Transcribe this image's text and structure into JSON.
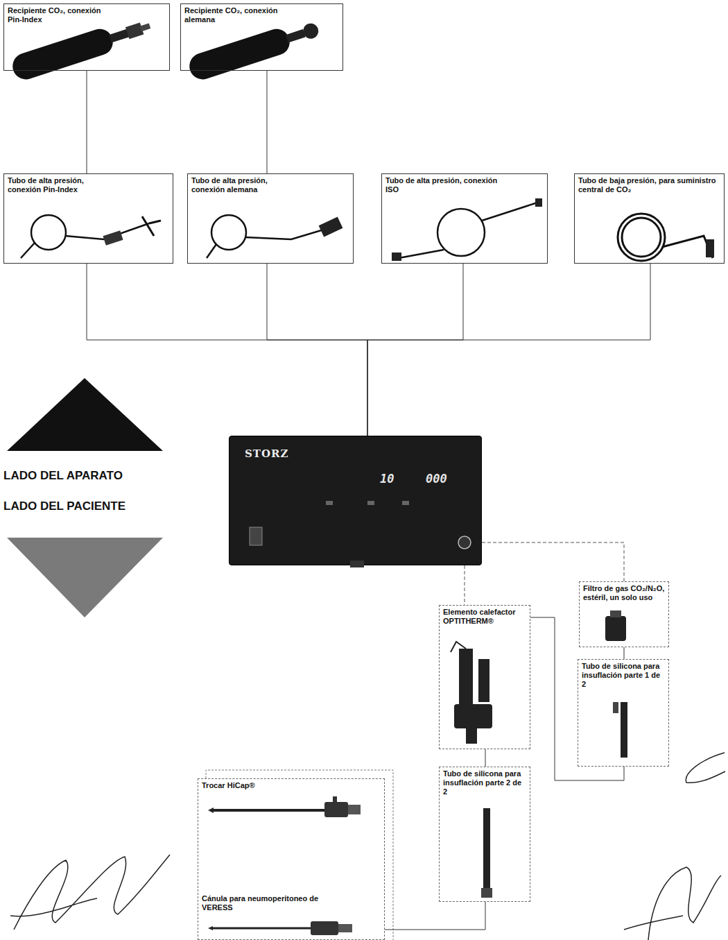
{
  "diagram": {
    "nodes": [
      {
        "text": [
          "Recipiente CO₂, conexión Pin-Index"
        ]
      },
      {
        "text": [
          "Recipiente CO₂, conexión alemana"
        ]
      },
      {
        "text": [
          "Tubo de alta presión, conexión Pin-Index"
        ]
      },
      {
        "text": [
          "Tubo de alta presión, conexión alemana"
        ]
      },
      {
        "text": [
          "Tubo de alta presión, conexión ISO"
        ]
      },
      {
        "text": [
          "Tubo de baja presión, para suministro central de CO₂"
        ]
      },
      {
        "text": [
          "STORZ"
        ]
      },
      {
        "text": [
          "Filtro de gas CO₂/N₂O, estéril, un solo uso"
        ]
      },
      {
        "text": [
          "Elemento calefactor OPTITHERM®"
        ]
      },
      {
        "text": [
          "Tubo de silicona para insuflación parte 1 de 2"
        ]
      },
      {
        "text": [
          "Tubo de silicona para insuflación parte 2 de 2"
        ]
      },
      {
        "text": [
          "Trocar HiCap®",
          "Cánula para neumoperitoneo de VERESS"
        ]
      }
    ],
    "edges": [
      {
        "from": 0,
        "to": 2,
        "arrow": "none"
      },
      {
        "from": 1,
        "to": 3,
        "arrow": "none"
      },
      {
        "from": 2,
        "to": 6,
        "arrow": "none"
      },
      {
        "from": 3,
        "to": 6,
        "arrow": "none"
      },
      {
        "from": 4,
        "to": 6,
        "arrow": "none"
      },
      {
        "from": 5,
        "to": 6,
        "arrow": "none"
      },
      {
        "from": 6,
        "to": 7,
        "arrow": "none"
      },
      {
        "from": 6,
        "to": 8,
        "arrow": "none"
      },
      {
        "from": 7,
        "to": 9,
        "arrow": "none"
      },
      {
        "from": 8,
        "to": 9,
        "arrow": "none"
      },
      {
        "from": 8,
        "to": 10,
        "arrow": "none"
      },
      {
        "from": 10,
        "to": 11,
        "arrow": "none"
      }
    ],
    "labels": [
      "LADO DEL APARATO",
      "LADO DEL PACIENTE",
      "10",
      "000"
    ]
  }
}
